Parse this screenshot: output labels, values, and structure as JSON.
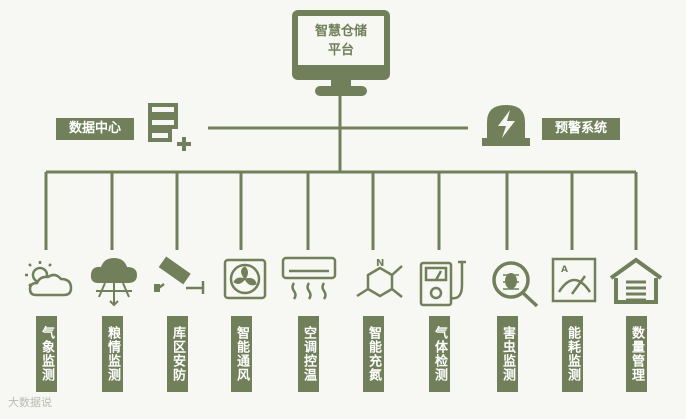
{
  "center_node": {
    "line1": "智慧仓储",
    "line2": "平台"
  },
  "left_node": {
    "label": "数据中心",
    "icon": "server-plus-icon"
  },
  "right_node": {
    "label": "预警系统",
    "icon": "alarm-lightning-icon"
  },
  "modules": [
    {
      "label": "气象监测",
      "icon": "weather-icon"
    },
    {
      "label": "粮情监测",
      "icon": "cloud-network-icon"
    },
    {
      "label": "库区安防",
      "icon": "security-camera-icon"
    },
    {
      "label": "智能通风",
      "icon": "fan-icon"
    },
    {
      "label": "空调控温",
      "icon": "air-conditioner-icon"
    },
    {
      "label": "智能充氮",
      "icon": "nitrogen-molecule-icon"
    },
    {
      "label": "气体检测",
      "icon": "gas-meter-icon"
    },
    {
      "label": "害虫监测",
      "icon": "pest-magnifier-icon"
    },
    {
      "label": "能耗监测",
      "icon": "energy-meter-icon"
    },
    {
      "label": "数量管理",
      "icon": "warehouse-icon"
    }
  ],
  "watermark": "大数据说",
  "colors": {
    "accent": "#71805a",
    "background": "#f7f7f3"
  }
}
